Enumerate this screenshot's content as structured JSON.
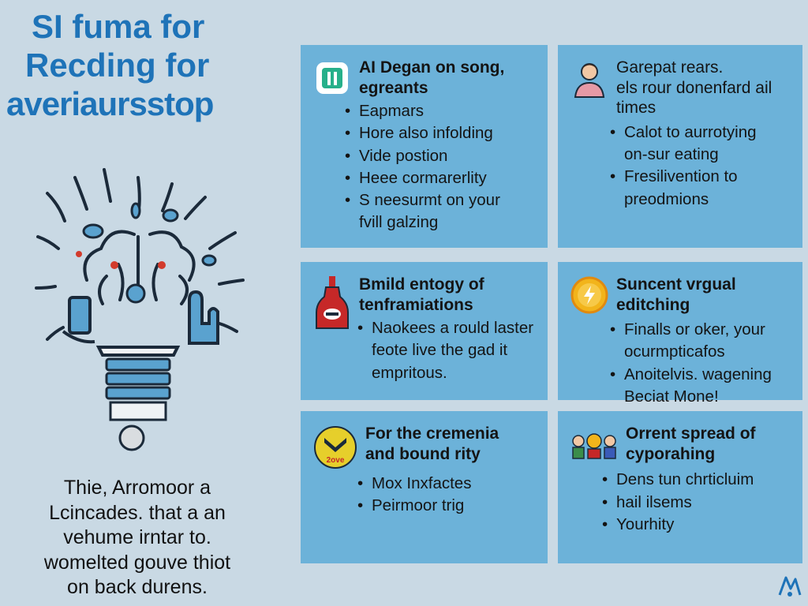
{
  "title": {
    "line1": "SI fuma for",
    "line2": "Recding for",
    "line3": "averiaursstop"
  },
  "caption": {
    "lines": [
      "Thie, Arromoor a",
      "Lcincades. that a an",
      "vehume irntar to.",
      "womelted gouve thiot",
      "on back durens."
    ]
  },
  "cards": [
    {
      "heading": [
        "AI Degan on song,",
        "egreants"
      ],
      "items": [
        "Eapmars",
        "Hore also infolding",
        "Vide postion",
        "Heee cormarerlity",
        "S neesurmt on your",
        "fvill galzing"
      ],
      "icon": "app-icon"
    },
    {
      "heading": [
        "Garepat rears.",
        "els rour donenfard ail",
        "times"
      ],
      "items": [
        "Calot to aurrotying",
        "on-sur eating",
        "Fresilivention to",
        "preodmions"
      ],
      "icon": "person-icon"
    },
    {
      "heading": [
        "Bmild entogy of",
        "tenframiations"
      ],
      "items": [
        "Naokees a rould laster",
        "feote live the gad it",
        "empritous."
      ],
      "icon": "bottle-icon"
    },
    {
      "heading": [
        "Suncent vrgual",
        "editching"
      ],
      "items": [
        "Finalls or oker, your",
        "ocurmpticafos",
        "Anoitelvis. wagening",
        "Beciat Mone!"
      ],
      "icon": "coin-icon"
    },
    {
      "heading": [
        "For the cremenia",
        "and bound rity"
      ],
      "items": [
        "Mox Inxfactes",
        "Peirmoor trig"
      ],
      "icon": "badge-icon",
      "badge_text": "2ove"
    },
    {
      "heading": [
        "Orrent spread of",
        "cyporahing"
      ],
      "items": [
        "Dens tun chrticluim",
        "hail ilsems",
        "Yourhity"
      ],
      "icon": "people-icon"
    }
  ],
  "colors": {
    "background": "#c9d9e4",
    "card": "#6cb2d9",
    "title": "#1e73b8"
  }
}
